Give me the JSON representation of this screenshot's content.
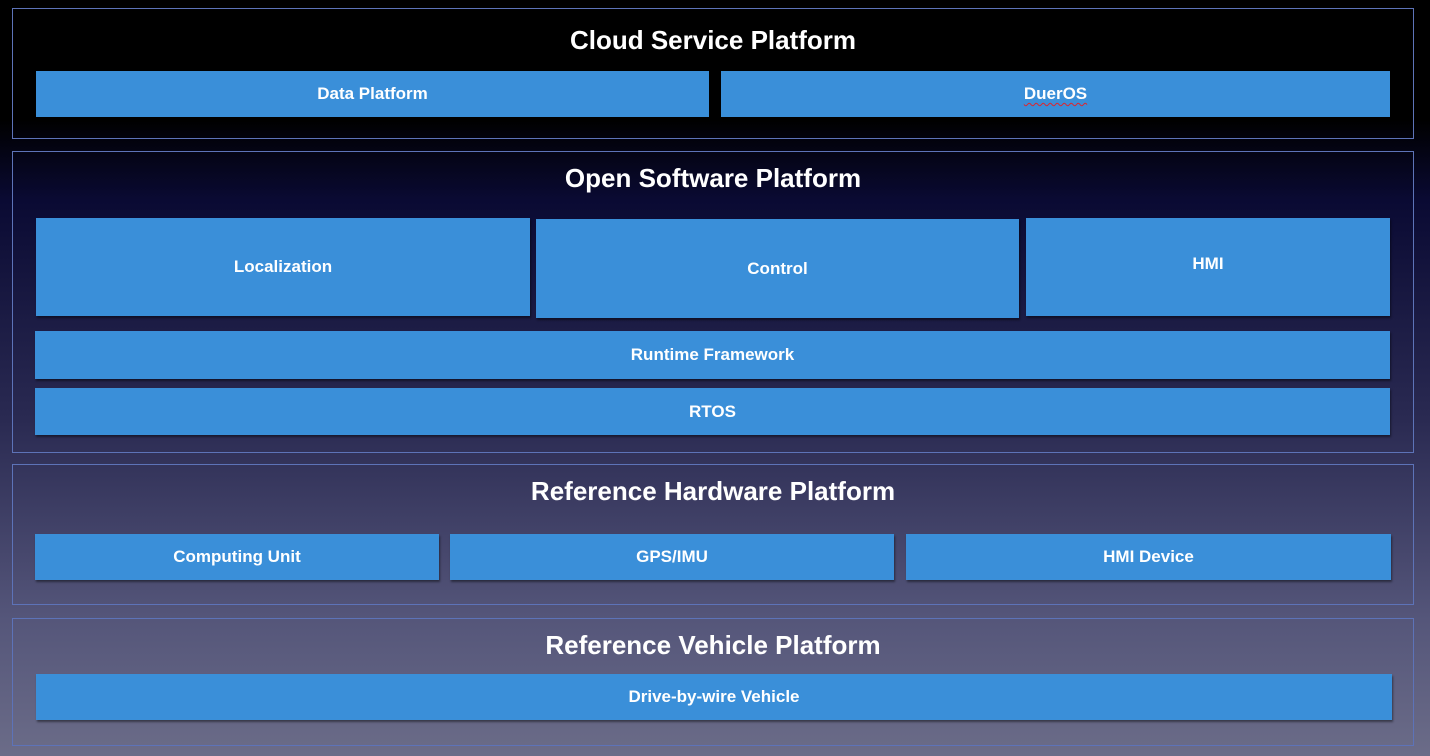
{
  "cloud": {
    "title": "Cloud Service Platform",
    "data_platform": "Data Platform",
    "dueros": "DuerOS"
  },
  "software": {
    "title": "Open Software Platform",
    "localization": "Localization",
    "control": "Control",
    "hmi": "HMI",
    "runtime": "Runtime Framework",
    "rtos": "RTOS"
  },
  "hardware": {
    "title": "Reference Hardware Platform",
    "computing_unit": "Computing Unit",
    "gps_imu": "GPS/IMU",
    "hmi_device": "HMI Device"
  },
  "vehicle": {
    "title": "Reference Vehicle Platform",
    "drive_by_wire": "Drive-by-wire Vehicle"
  },
  "colors": {
    "block": "#3a8fd9",
    "border": "#5d73b8",
    "text": "#ffffff",
    "spellcheck_underline": "#e0242b"
  }
}
